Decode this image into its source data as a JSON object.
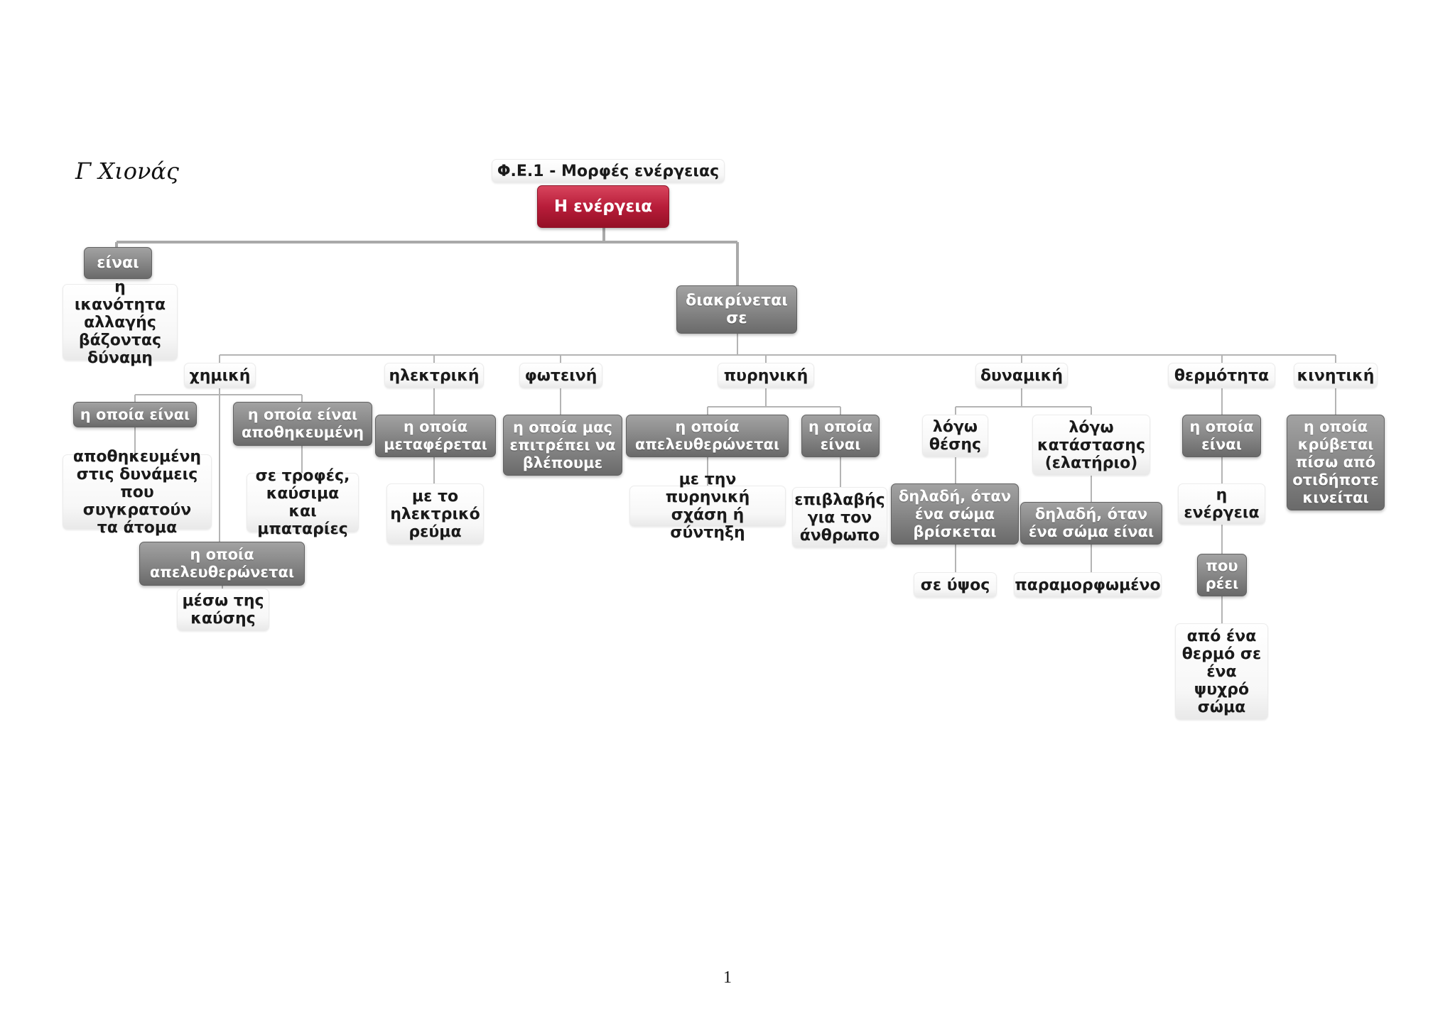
{
  "signature": "Γ Χιονάς",
  "page_number": "1",
  "title": "Φ.Ε.1 - Μορφές ενέργειας",
  "nodes": {
    "root": "Η ενέργεια",
    "einai": "είναι",
    "definition": "η ικανότητα\nαλλαγής\nβάζοντας\nδύναμη",
    "diakrinetai": "διακρίνεται\nσε",
    "chimiki": "χημική",
    "ilektriki": "ηλεκτρική",
    "foteini": "φωτεινή",
    "pyrinki": "πυρηνική",
    "dynamiki": "δυναμική",
    "thermotita": "θερμότητα",
    "kinitiki": "κινητική",
    "chim_einai": "η οποία είναι",
    "chim_apothikeumeni": "η οποία είναι\nαποθηκευμένη",
    "chim_apothikeumeni_text": "αποθηκευμένη\nστις δυνάμεις\nπου συγκρατούν\nτα άτομα",
    "chim_trofes": "σε τροφές,\nκαύσιμα και\nμπαταρίες",
    "chim_apeleftheronetai": "η οποία\nαπελευθερώνεται",
    "chim_kafsi": "μέσω της\nκαύσης",
    "ilek_metaferetai": "η οποία\nμεταφέρεται",
    "ilek_revma": "με το\nηλεκτρικό\nρεύμα",
    "fot_vlepoume": "η οποία μας\nεπιτρέπει να\nβλέπουμε",
    "pyr_apeleftheronetai": "η οποία\nαπελευθερώνεται",
    "pyr_einai": "η οποία\nείναι",
    "pyr_schasi": "με την πυρηνική\nσχάση ή σύντηξη",
    "pyr_epivlavis": "επιβλαβής\nγια τον\nάνθρωπο",
    "dyn_thesis": "λόγω\nθέσης",
    "dyn_katastasis": "λόγω\nκατάστασης\n(ελατήριο)",
    "dyn_thesis_desc": "δηλαδή, όταν\nένα σώμα\nβρίσκεται",
    "dyn_katastasis_desc": "δηλαδή, όταν\nένα σώμα είναι",
    "dyn_ypsos": "σε ύψος",
    "dyn_paramorfomeno": "παραμορφωμένο",
    "therm_einai": "η οποία\nείναι",
    "therm_energeia": "η\nενέργεια",
    "therm_reei": "που\nρέει",
    "therm_apo": "από ένα\nθερμό σε\nένα\nψυχρό\nσώμα",
    "kin_kryvetai": "η οποία\nκρύβεται\nπίσω από\nοτιδήποτε\nκινείται"
  },
  "colors": {
    "root_red": "#b81d3a",
    "box_gray": "#888888",
    "line_gray": "#b4b4b4"
  }
}
